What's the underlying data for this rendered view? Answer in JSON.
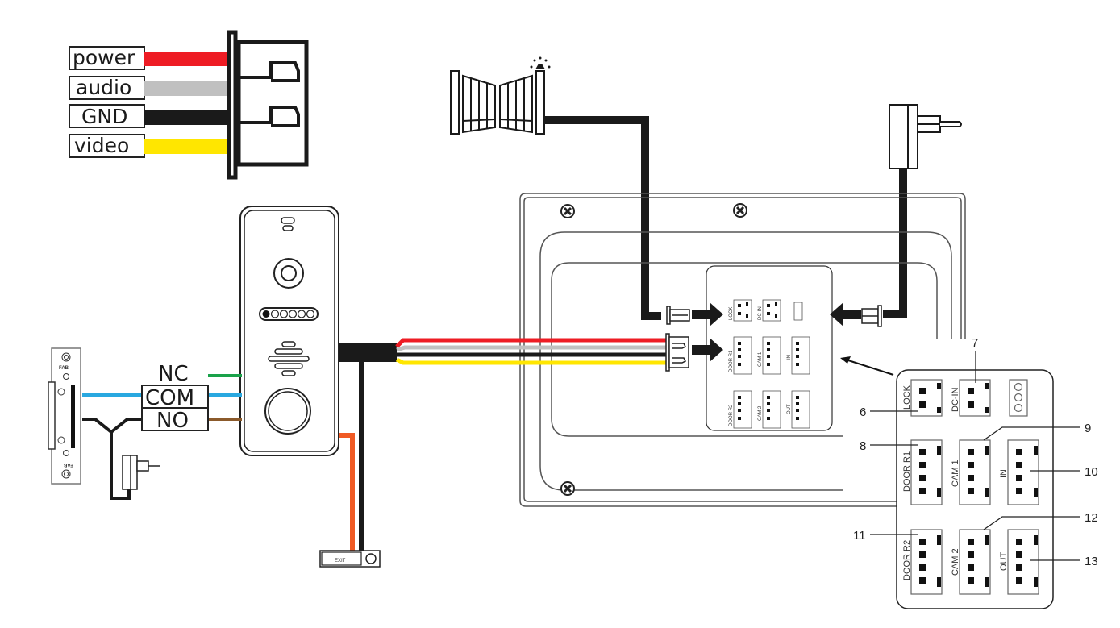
{
  "legend": {
    "wires": [
      {
        "label": "power",
        "color": "#ee1c24"
      },
      {
        "label": "audio",
        "color": "#c0c0c0"
      },
      {
        "label": "GND",
        "color": "#1a1a1a"
      },
      {
        "label": "video",
        "color": "#ffe600"
      }
    ]
  },
  "lock_relay": {
    "nc": {
      "label": "NC",
      "color": "#1aa24a"
    },
    "com": {
      "label": "COM",
      "color": "#29a8e0"
    },
    "no": {
      "label": "NO",
      "color": "#8b5a2b"
    },
    "brand": "FAB"
  },
  "exit_button": {
    "label": "EXIT",
    "wire_color": "#f05a24"
  },
  "monitor_small_panel": {
    "connectors": [
      "LOCK",
      "DC-IN",
      "DOOR R1",
      "CAM 1",
      "IN",
      "DOOR R2",
      "CAM 2",
      "OUT"
    ]
  },
  "detail_panel": {
    "connectors": [
      {
        "label": "LOCK",
        "callout": "6"
      },
      {
        "label": "DC-IN",
        "callout": "7"
      },
      {
        "label": "DOOR R1",
        "callout": "8"
      },
      {
        "label": "CAM 1",
        "callout": "9"
      },
      {
        "label": "IN",
        "callout": "10"
      },
      {
        "label": "DOOR R2",
        "callout": "11"
      },
      {
        "label": "CAM 2",
        "callout": "12"
      },
      {
        "label": "OUT",
        "callout": "13"
      }
    ]
  }
}
